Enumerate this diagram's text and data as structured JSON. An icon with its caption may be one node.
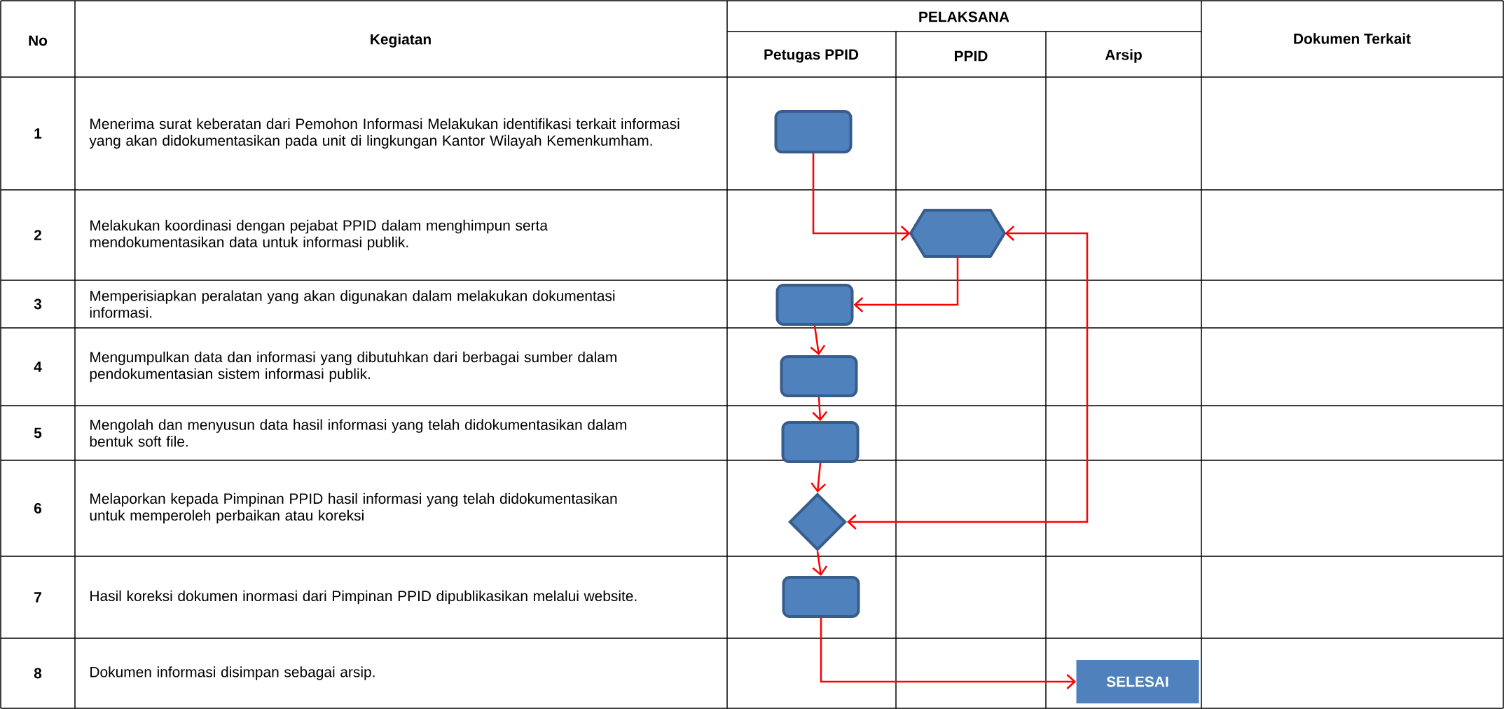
{
  "diagram": {
    "nodes": [
      {
        "text": [],
        "shape": "box"
      },
      {
        "text": [],
        "shape": "hexagon"
      },
      {
        "text": [],
        "shape": "box"
      },
      {
        "text": [],
        "shape": "box"
      },
      {
        "text": [],
        "shape": "box"
      },
      {
        "text": [],
        "shape": "diamond"
      },
      {
        "text": [],
        "shape": "box"
      },
      {
        "text": [
          "SELESAI"
        ]
      }
    ],
    "edges": [
      {
        "from": 0,
        "to": 1,
        "arrow": "to"
      },
      {
        "from": 1,
        "to": 2,
        "arrow": "to"
      },
      {
        "from": 2,
        "to": 3,
        "arrow": "to"
      },
      {
        "from": 3,
        "to": 4,
        "arrow": "to"
      },
      {
        "from": 4,
        "to": 5,
        "arrow": "to"
      },
      {
        "from": 5,
        "to": 1,
        "arrow": "both"
      },
      {
        "from": 5,
        "to": 6,
        "arrow": "to"
      },
      {
        "from": 6,
        "to": 7,
        "arrow": "to"
      }
    ],
    "labels": [
      "No",
      "Kegiatan",
      "PELAKSANA",
      "Dokumen Terkait",
      "Petugas PPID",
      "PPID",
      "Arsip",
      "1",
      "Menerima surat keberatan dari Pemohon Informasi Melakukan identifikasi terkait informasi yang akan didokumentasikan pada unit di lingkungan Kantor Wilayah Kemenkumham.",
      "2",
      "Melakukan koordinasi dengan pejabat PPID dalam menghimpun serta mendokumentasikan data untuk informasi publik.",
      "3",
      "Memperisiapkan peralatan yang akan digunakan dalam melakukan dokumentasi informasi.",
      "4",
      "Mengumpulkan data dan informasi yang dibutuhkan dari berbagai sumber dalam pendokumentasian sistem informasi publik.",
      "5",
      "Mengolah dan menyusun data hasil informasi yang telah didokumentasikan dalam bentuk soft file.",
      "6",
      "Melaporkan kepada Pimpinan PPID hasil informasi yang telah didokumentasikan untuk memperoleh perbaikan atau koreksi",
      "7",
      "Hasil koreksi dokumen inormasi dari Pimpinan PPID dipublikasikan melalui website.",
      "8",
      "Dokumen informasi disimpan sebagai arsip."
    ]
  }
}
